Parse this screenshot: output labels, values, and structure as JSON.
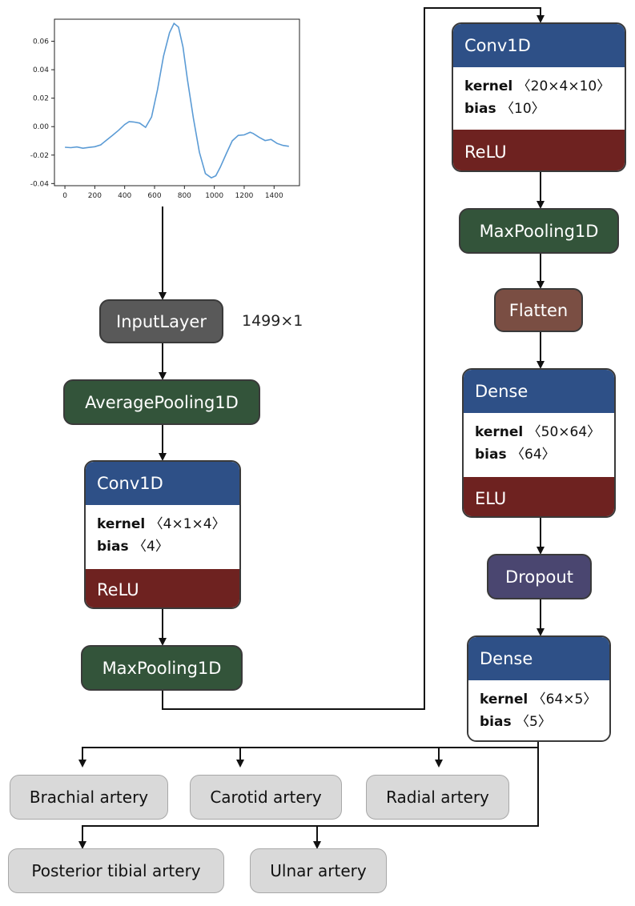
{
  "signal_plot": {
    "chart_data": {
      "type": "line",
      "title": "",
      "xlabel": "",
      "ylabel": "",
      "xlim": [
        -70,
        1570
      ],
      "ylim": [
        -0.0415,
        0.0755
      ],
      "x_ticks": [
        "0",
        "200",
        "400",
        "600",
        "800",
        "1000",
        "1200",
        "1400"
      ],
      "y_ticks": [
        "0.06",
        "0.04",
        "0.02",
        "0.00",
        "-0.02",
        "-0.04"
      ],
      "grid": false,
      "series": [
        {
          "color": "#5b9bd5",
          "x": [
            0,
            40,
            80,
            120,
            160,
            200,
            240,
            280,
            320,
            360,
            400,
            430,
            460,
            500,
            540,
            580,
            620,
            660,
            700,
            730,
            760,
            790,
            820,
            860,
            900,
            940,
            980,
            1010,
            1040,
            1080,
            1120,
            1160,
            1200,
            1240,
            1260,
            1300,
            1340,
            1380,
            1420,
            1460,
            1499
          ],
          "y": [
            -0.0145,
            -0.0148,
            -0.0143,
            -0.0152,
            -0.0146,
            -0.0141,
            -0.0128,
            -0.0094,
            -0.006,
            -0.0025,
            0.0015,
            0.0035,
            0.0033,
            0.0025,
            -0.0005,
            0.0068,
            0.026,
            0.0495,
            0.066,
            0.0725,
            0.07,
            0.056,
            0.033,
            0.006,
            -0.018,
            -0.033,
            -0.036,
            -0.0345,
            -0.0285,
            -0.019,
            -0.01,
            -0.0062,
            -0.0058,
            -0.004,
            -0.0048,
            -0.0075,
            -0.0098,
            -0.009,
            -0.0118,
            -0.0132,
            -0.0138
          ]
        }
      ]
    }
  },
  "nodes": {
    "input": "InputLayer",
    "input_shape": "1499×1",
    "avgpool": "AveragePooling1D",
    "conv1": {
      "title": "Conv1D",
      "kernel_label": "kernel",
      "kernel_value": "〈4×1×4〉",
      "bias_label": "bias",
      "bias_value": "〈4〉",
      "activation": "ReLU"
    },
    "maxpool1": "MaxPooling1D",
    "conv2": {
      "title": "Conv1D",
      "kernel_label": "kernel",
      "kernel_value": "〈20×4×10〉",
      "bias_label": "bias",
      "bias_value": "〈10〉",
      "activation": "ReLU"
    },
    "maxpool2": "MaxPooling1D",
    "flatten": "Flatten",
    "dense1": {
      "title": "Dense",
      "kernel_label": "kernel",
      "kernel_value": "〈50×64〉",
      "bias_label": "bias",
      "bias_value": "〈64〉",
      "activation": "ELU"
    },
    "dropout": "Dropout",
    "dense2": {
      "title": "Dense",
      "kernel_label": "kernel",
      "kernel_value": "〈64×5〉",
      "bias_label": "bias",
      "bias_value": "〈5〉"
    }
  },
  "outputs": [
    "Brachial artery",
    "Carotid artery",
    "Radial artery",
    "Posterior tibial artery",
    "Ulnar artery"
  ],
  "colors": {
    "input": "#595959",
    "pooling": "#33543a",
    "layer_header": "#2e5087",
    "activation": "#6e2220",
    "flatten": "#7a4e43",
    "dropout": "#4a4670",
    "output": "#d9d9d9",
    "signal": "#5b9bd5"
  }
}
